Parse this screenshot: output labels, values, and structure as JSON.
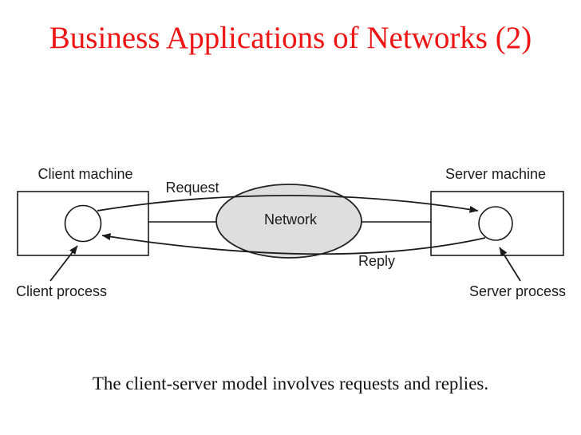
{
  "slide": {
    "title": "Business Applications of Networks (2)",
    "title_color": "#ee1414",
    "caption": "The client-server model involves requests and replies."
  },
  "diagram": {
    "type": "client-server-network-diagram",
    "labels": {
      "client_machine": "Client machine",
      "server_machine": "Server machine",
      "client_process": "Client process",
      "server_process": "Server process",
      "network": "Network",
      "request": "Request",
      "reply": "Reply"
    },
    "colors": {
      "line": "#1b1b1b",
      "ellipse_fill": "#dedede",
      "ellipse_stroke": "#222222",
      "box_fill": "#ffffff"
    },
    "flows": [
      {
        "name": "request",
        "from": "client_process",
        "to": "server_process",
        "via": "network"
      },
      {
        "name": "reply",
        "from": "server_process",
        "to": "client_process",
        "via": "network"
      }
    ]
  }
}
